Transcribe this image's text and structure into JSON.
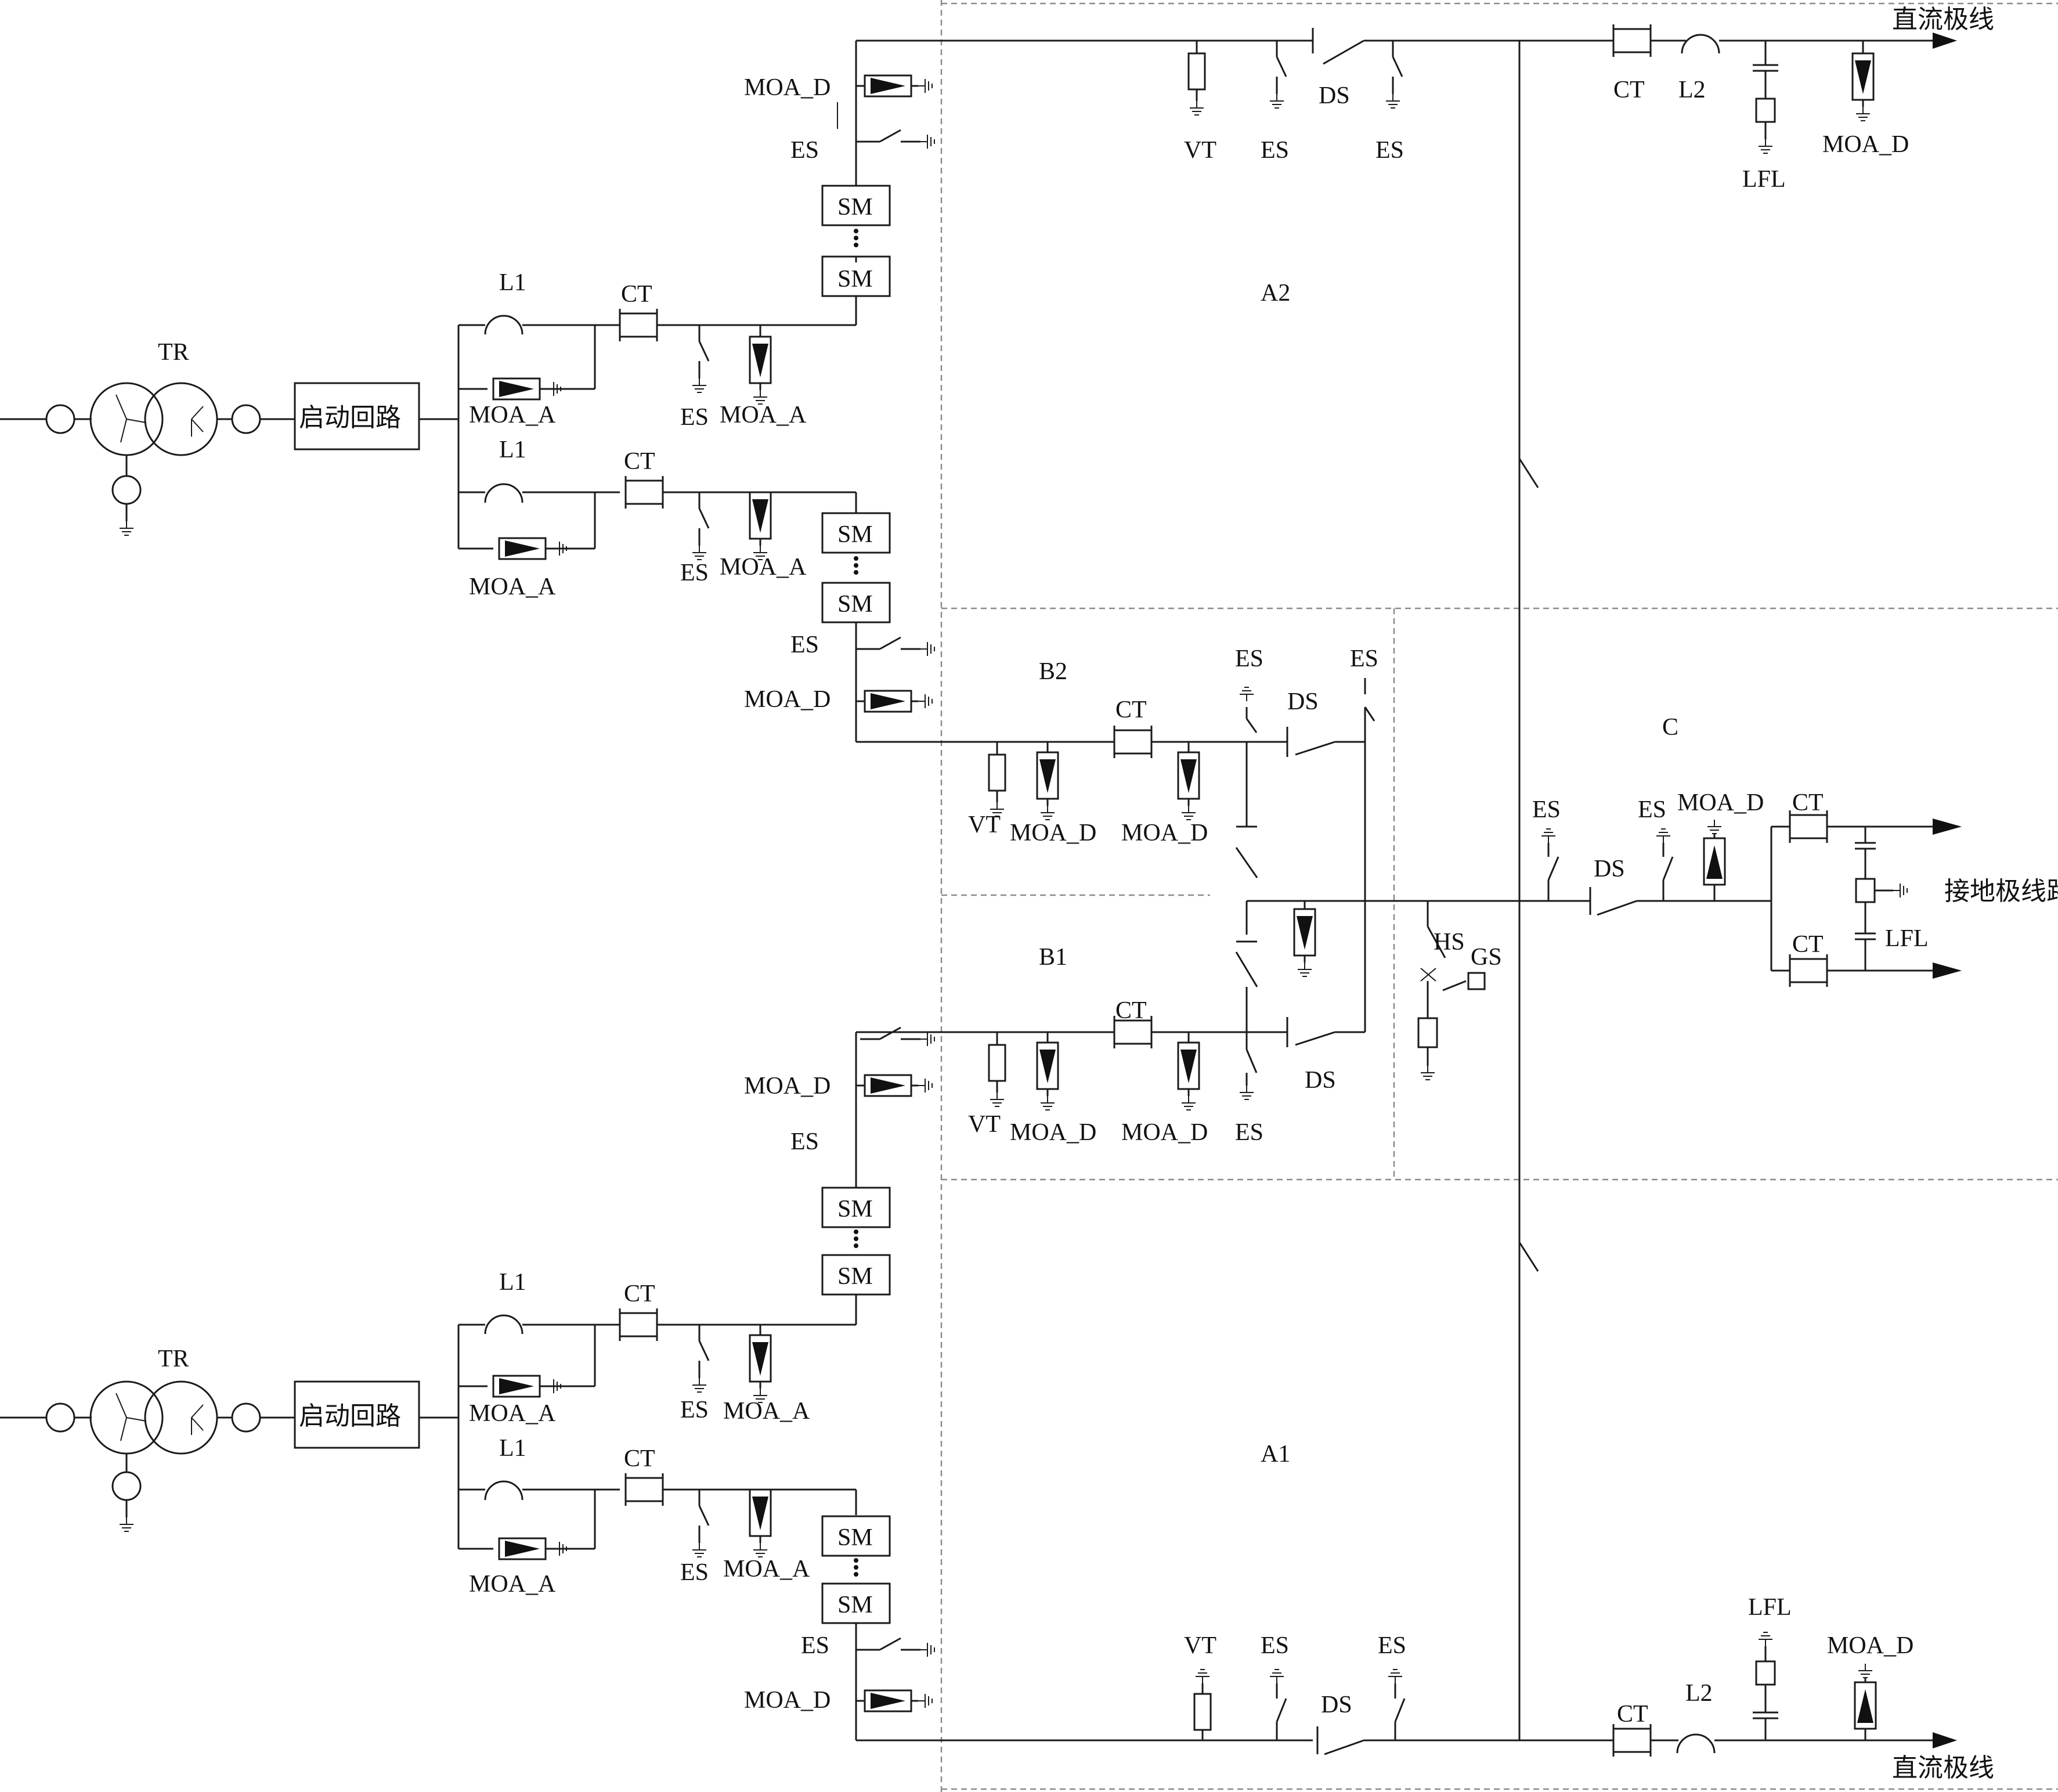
{
  "labels": {
    "dc_pole_line": "直流极线",
    "ground_pole_line": "接地极线路",
    "start_circuit": "启动回路",
    "TR": "TR",
    "SM": "SM",
    "L1": "L1",
    "L2": "L2",
    "CT": "CT",
    "ES": "ES",
    "DS": "DS",
    "VT": "VT",
    "LFL": "LFL",
    "MOA_A": "MOA_A",
    "MOA_D": "MOA_D",
    "HS": "HS",
    "GS": "GS"
  },
  "zones": {
    "A1": "A1",
    "A2": "A2",
    "B1": "B1",
    "B2": "B2",
    "C": "C"
  },
  "colors": {
    "line": "#1a1a1a",
    "zone_border": "#8a8a8a",
    "background": "#ffffff"
  }
}
